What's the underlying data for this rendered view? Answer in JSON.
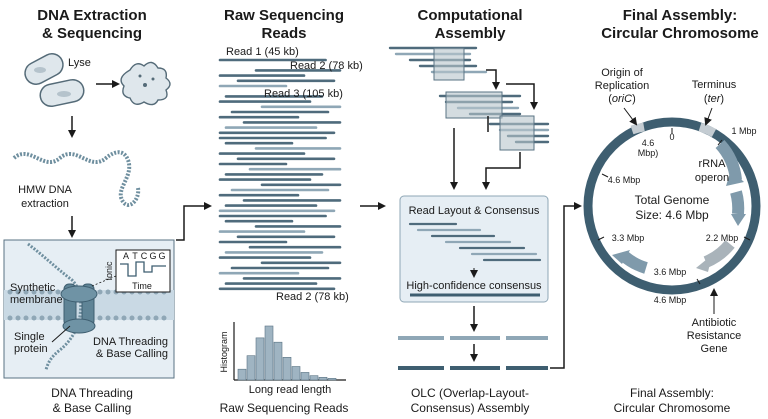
{
  "panels": {
    "dna": {
      "title_line1": "DNA Extraction",
      "title_line2": "& Sequencing",
      "lyse_label": "Lyse",
      "hmw_line1": "HMW DNA",
      "hmw_line2": "extraction",
      "membrane_line1": "Synthetic",
      "membrane_line2": "membrane",
      "protein_line1": "Single",
      "protein_line2": "protein",
      "threading_line1": "DNA Threading",
      "threading_line2": "& Base Calling",
      "signal_bases": [
        "A",
        "T",
        "C",
        "G",
        "G"
      ],
      "signal_ylabel": "Ionic",
      "signal_xlabel": "Time",
      "caption_line1": "DNA Threading",
      "caption_line2": "& Base Calling"
    },
    "reads": {
      "title_line1": "Raw Sequencing",
      "title_line2": "Reads",
      "read1_label": "Read 1 (45 kb)",
      "read2_label": "Read 2 (78 kb)",
      "read3_label": "Read 3 (105 kb)",
      "read2_bottom_label": "Read 2 (78 kb)",
      "hist_ylabel": "Histogram",
      "hist_xlabel": "Long read length",
      "hist_values": [
        0.2,
        0.45,
        0.78,
        1.0,
        0.7,
        0.42,
        0.25,
        0.14,
        0.08,
        0.05,
        0.03
      ],
      "caption": "Raw Sequencing Reads"
    },
    "assembly": {
      "title_line1": "Computational",
      "title_line2": "Assembly",
      "layout_label": "Read Layout & Consensus",
      "consensus_label": "High-confidence consensus",
      "caption_line1": "OLC (Overlap-Layout-",
      "caption_line2": "Consensus) Assembly"
    },
    "chromosome": {
      "title_line1": "Final Assembly:",
      "title_line2": "Circular Chromosome",
      "ori_line1": "Origin of",
      "ori_line2": "Replication",
      "ori_line3_pre": "(",
      "ori_line3_em": "oriC",
      "ori_line3_post": ")",
      "ter_line1": "Terminus",
      "ter_line2_pre": "(",
      "ter_line2_em": "ter",
      "ter_line2_post": ")",
      "rrna_line1": "rRNA",
      "rrna_line2": "operon",
      "total_line1": "Total Genome",
      "total_line2": "Size: 4.6 Mbp",
      "tick_0": "0",
      "tick_1mbp": "1 Mbp",
      "tick_46_line1": "4.6",
      "tick_46_line2": "Mbp)",
      "tick_46_left": "4.6 Mbp",
      "tick_22": "2.2 Mbp",
      "tick_33": "3.3 Mbp",
      "tick_36": "3.6 Mbp",
      "tick_46_bottom": "4.6 Mbp",
      "antibiotic_line1": "Antibiotic",
      "antibiotic_line2": "Resistance",
      "antibiotic_line3": "Gene",
      "caption_line1": "Final Assembly:",
      "caption_line2": "Circular Chromosome"
    }
  },
  "colors": {
    "read": "#4f6b7c",
    "read_light": "#8fa7b6",
    "chromosome_ring": "#3e5e70",
    "arrow_fill": "#7f9aab",
    "panel_bg": "#e6eef4",
    "membrane": "#c9d9e4",
    "protein": "#5f8496",
    "dna": "#6f8f9f"
  }
}
